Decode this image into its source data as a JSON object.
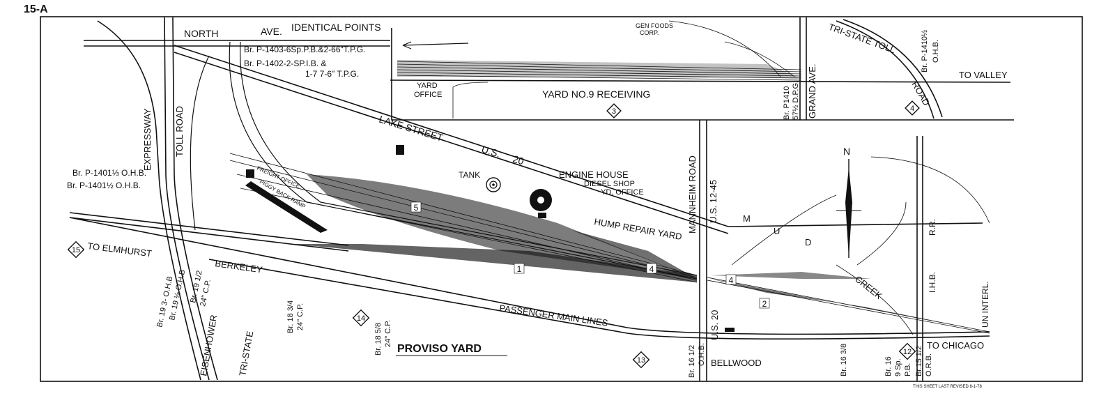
{
  "sheet": {
    "id": "15-A",
    "title": "PROVISO YARD",
    "revised_note": "THIS SHEET LAST REVISED 8-1-78",
    "north_label": "N"
  },
  "streets": {
    "north_ave": "NORTH",
    "north_ave_2": "AVE.",
    "identical_points": "IDENTICAL POINTS",
    "lake_street": "LAKE STREET",
    "us20_top": "U.S.",
    "us20_top_num": "20",
    "mannheim": "MANNHEIM ROAD",
    "us12_45": "U.S. 12-45",
    "grand_ave": "GRAND AVE.",
    "tri_state_toll": "TRI-STATE TOLL",
    "road_right": "ROAD",
    "expressway": "EXPRESSWAY",
    "toll_road": "TOLL ROAD",
    "eisenhower": "EISENHOWER",
    "tri_state": "TRI-STATE",
    "us20_bottom": "U.S. 20",
    "bellwood": "BELLWOOD",
    "berkeley": "BERKELEY"
  },
  "destinations": {
    "to_valley": "TO VALLEY",
    "to_elmhurst": "TO ELMHURST",
    "to_chicago": "TO CHICAGO"
  },
  "facilities": {
    "gen_foods": "GEN FOODS",
    "gen_foods_2": "CORP.",
    "yard_office_top": "YARD",
    "yard_office_top_2": "OFFICE",
    "yard9": "YARD NO.9 RECEIVING",
    "engine_house": "ENGINE HOUSE",
    "diesel_shop": "DIESEL SHOP",
    "yd_office": "YD. OFFICE",
    "tank": "TANK",
    "freight_office": "FREIGHT OFFICE",
    "piggy_back": "PIGGY BACK RAMP",
    "hump_repair": "HUMP REPAIR YARD",
    "passenger_main": "PASSENGER MAIN LINES",
    "mud": "M",
    "mud_u": "U",
    "mud_d": "D",
    "creek": "CREEK",
    "ihb": "I.H.B.",
    "rr": "R.R.",
    "un_interl": "UN INTERL."
  },
  "bridges": {
    "p1403": "Br. P-1403-6Sp.P.B.&2-66\"T.P.G.",
    "p1402": "Br. P-1402-2-SP.I.B. &",
    "p1402_2": "1-7 7-6\" T.P.G.",
    "p1401a": "Br. P-1401⅓ O.H.B.",
    "p1401b": "Br. P-1401½ O.H.B.",
    "p1410": "Br. P1410",
    "p1410_2": "57½ D.P.G.",
    "p1410h": "Br. P-1410½",
    "p1410h_2": "O.H.B.",
    "b193": "Br. 19 3- O.H.B",
    "b19e": "Br. 19 ⅛ O.H.B",
    "b1912": "Br. 19 1/2",
    "b1912_2": "24\" C.P.",
    "b1834": "Br. 18 3/4",
    "b1834_2": "24\" C.P.",
    "b1858": "Br. 18 5/8",
    "b1858_2": "24\" C.P.",
    "b1612": "Br. 16 1/2",
    "b1612_2": "O.H.B.",
    "b1638": "Br. 16 3/8",
    "b16": "Br. 16",
    "b16_2": "9 Sp.",
    "b16_3": "P.B.",
    "b1512": "Br.15 1/2",
    "b1512_2": "O.R.B."
  },
  "track_numbers": {
    "t5": "5",
    "t1": "1",
    "t4a": "4",
    "t4b": "4",
    "t2": "2"
  },
  "shields": {
    "s3": "3",
    "s4": "4",
    "s15": "15",
    "s14": "14",
    "s13": "13",
    "s12": "12"
  }
}
